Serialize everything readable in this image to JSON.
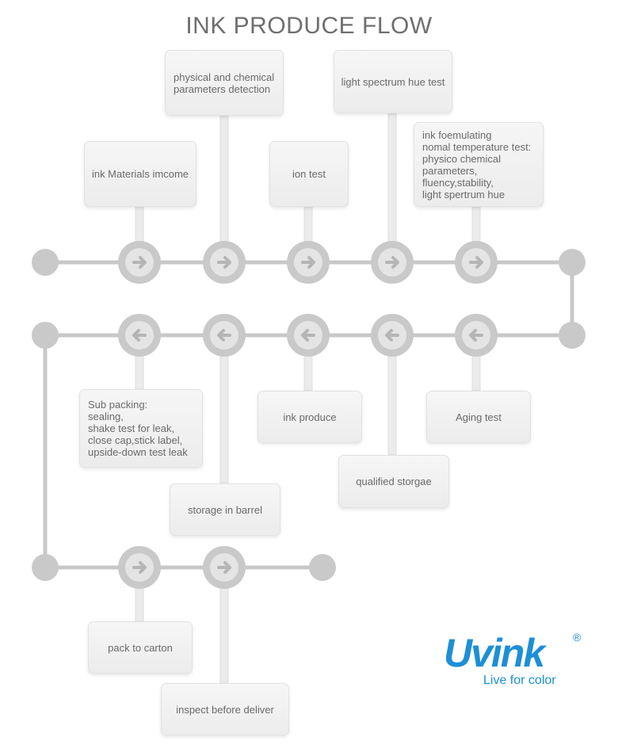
{
  "title": "INK PRODUCE FLOW",
  "colors": {
    "line": "#c8c8c8",
    "node": "#c9c9c9",
    "arrow_badge": "#e4e4e4",
    "brand": "#1d8fd6"
  },
  "rows": [
    {
      "direction": "right",
      "steps": [
        {
          "label": "ink Materials imcome"
        },
        {
          "label": "physical and chemical\nparameters detection"
        },
        {
          "label": "ion test"
        },
        {
          "label": "light spectrum hue test"
        },
        {
          "label": "ink foemulating\nnomal temperature test:\nphysico chemical\nparameters,\nfluency,stability,\nlight spertrum hue"
        }
      ]
    },
    {
      "direction": "left",
      "steps": [
        {
          "label": "Sub packing:\nsealing,\nshake test for leak,\nclose cap,stick label,\nupside-down test leak"
        },
        {
          "label": "storage in barrel"
        },
        {
          "label": "ink produce"
        },
        {
          "label": "qualified storgae"
        },
        {
          "label": "Aging test"
        }
      ]
    },
    {
      "direction": "right",
      "steps": [
        {
          "label": "pack to carton"
        },
        {
          "label": "inspect before deliver"
        }
      ]
    }
  ],
  "logo": {
    "brand": "Uvink",
    "registered": "®",
    "tagline": "Live for color"
  }
}
